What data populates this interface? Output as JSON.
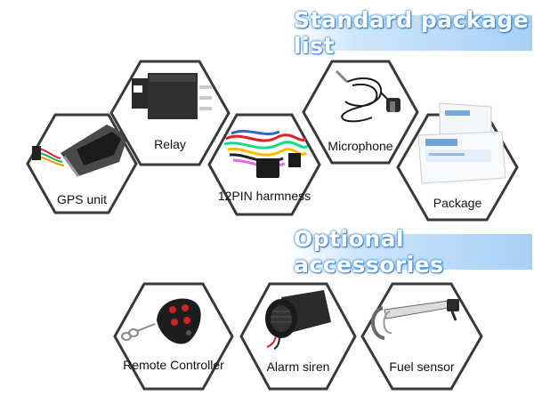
{
  "standard": {
    "title": "Standard package list",
    "items": [
      {
        "label": "GPS unit"
      },
      {
        "label": "Relay"
      },
      {
        "label": "12PIN harmness"
      },
      {
        "label": "Microphone"
      },
      {
        "label": "Package"
      }
    ]
  },
  "optional": {
    "title": "Optional accessories",
    "items": [
      {
        "label": "Remote Controller"
      },
      {
        "label": "Alarm siren"
      },
      {
        "label": "Fuel sensor"
      }
    ]
  },
  "colors": {
    "banner_light": "#cfe6fb",
    "banner_dark": "#a8d0f5",
    "banner_text_outline": "#3f89d4",
    "hex_border": "#3a3a3a"
  }
}
